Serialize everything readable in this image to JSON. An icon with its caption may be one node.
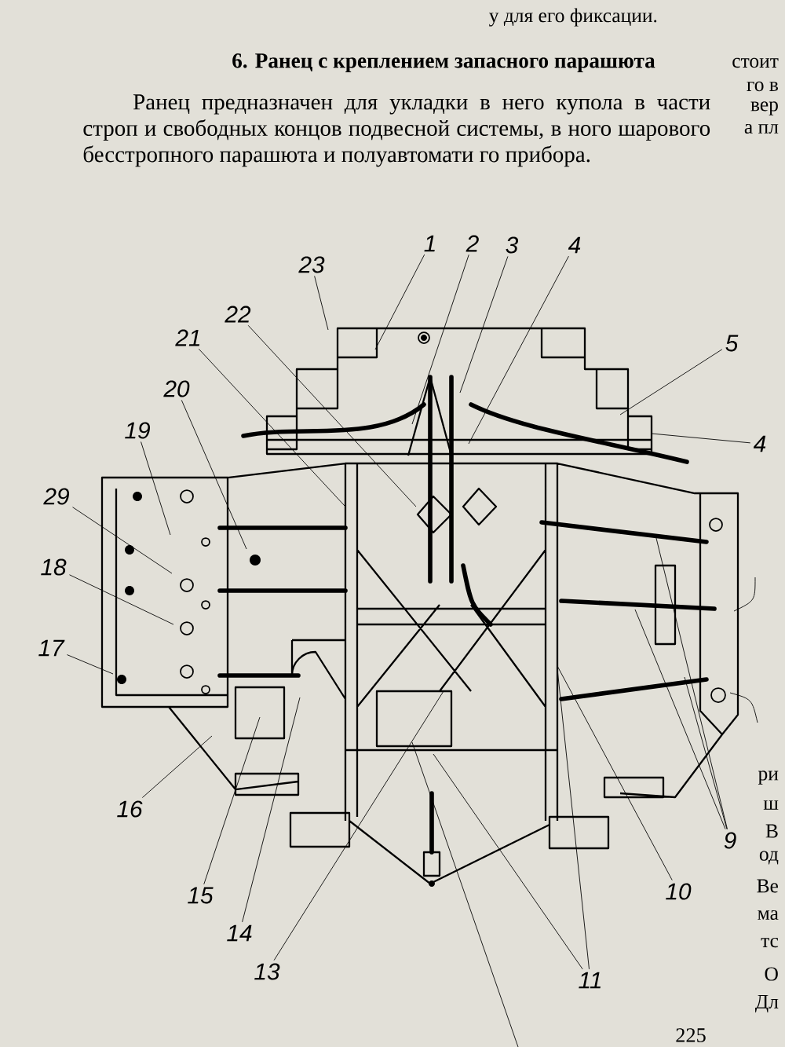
{
  "diagram": {
    "title": "6. Ранец с креплением запасного парашюта",
    "nodes": [
      {
        "text": [
          "23"
        ]
      },
      {
        "text": [
          "1"
        ]
      },
      {
        "text": [
          "2"
        ]
      },
      {
        "text": [
          "3"
        ]
      },
      {
        "text": [
          "4"
        ]
      },
      {
        "text": [
          "22"
        ]
      },
      {
        "text": [
          "21"
        ]
      },
      {
        "text": [
          "5"
        ]
      },
      {
        "text": [
          "4"
        ]
      },
      {
        "text": [
          "20"
        ]
      },
      {
        "text": [
          "19"
        ]
      },
      {
        "text": [
          "29"
        ]
      },
      {
        "text": [
          "18"
        ]
      },
      {
        "text": [
          "17"
        ]
      },
      {
        "text": [
          "9"
        ]
      },
      {
        "text": [
          "16"
        ]
      },
      {
        "text": [
          "10"
        ]
      },
      {
        "text": [
          "15"
        ]
      },
      {
        "text": [
          "14"
        ]
      },
      {
        "text": [
          "13"
        ]
      },
      {
        "text": [
          "11"
        ]
      }
    ],
    "edges": [
      {
        "from": 0,
        "to": null,
        "arrow": "none"
      },
      {
        "from": 1,
        "to": null,
        "arrow": "none"
      },
      {
        "from": 2,
        "to": null,
        "arrow": "none"
      },
      {
        "from": 3,
        "to": null,
        "arrow": "none"
      },
      {
        "from": 4,
        "to": null,
        "arrow": "none"
      },
      {
        "from": 5,
        "to": null,
        "arrow": "none"
      },
      {
        "from": 6,
        "to": null,
        "arrow": "none"
      },
      {
        "from": 7,
        "to": null,
        "arrow": "none"
      },
      {
        "from": 8,
        "to": null,
        "arrow": "none"
      },
      {
        "from": 9,
        "to": null,
        "arrow": "none"
      },
      {
        "from": 10,
        "to": null,
        "arrow": "none"
      },
      {
        "from": 11,
        "to": null,
        "arrow": "none"
      },
      {
        "from": 12,
        "to": null,
        "arrow": "none"
      },
      {
        "from": 13,
        "to": null,
        "arrow": "none"
      },
      {
        "from": 14,
        "to": null,
        "arrow": "none"
      },
      {
        "from": 14,
        "to": null,
        "arrow": "none"
      },
      {
        "from": 14,
        "to": null,
        "arrow": "none"
      },
      {
        "from": 15,
        "to": null,
        "arrow": "none"
      },
      {
        "from": 16,
        "to": null,
        "arrow": "none"
      },
      {
        "from": 17,
        "to": null,
        "arrow": "none"
      },
      {
        "from": 18,
        "to": null,
        "arrow": "none"
      },
      {
        "from": 19,
        "to": null,
        "arrow": "none"
      },
      {
        "from": 20,
        "to": null,
        "arrow": "none"
      },
      {
        "from": 20,
        "to": null,
        "arrow": "none"
      }
    ],
    "labels": [
      "у для его фиксации.",
      "Ранец предназначен для укладки в него купола в части строп и свободных концов подвесной системы, в ного шарового бесстропного парашюта и полуавтомати го прибора.",
      "стоит",
      "го в",
      "вер",
      "а пл",
      "ри",
      "ш",
      "В",
      "од",
      "Ве",
      "ма",
      "тс",
      "О",
      "Дл",
      "225"
    ]
  }
}
